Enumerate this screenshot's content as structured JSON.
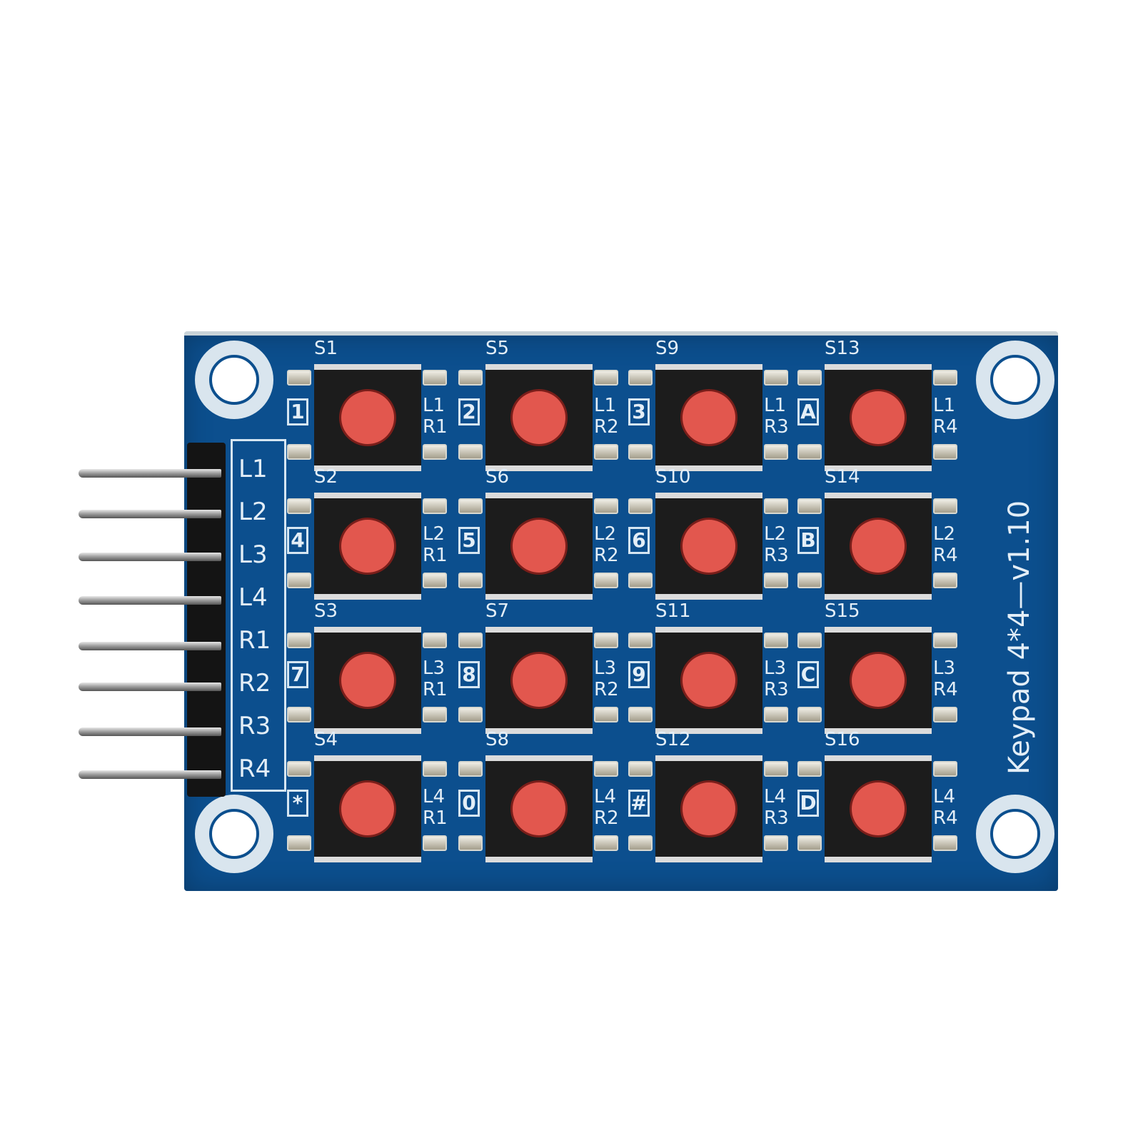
{
  "product": {
    "name": "Keypad 4*4-v1.10",
    "board_label": "Keypad 4*4—v1.10",
    "colors": {
      "pcb": "#0c4f8e",
      "silkscreen": "#e3eef7",
      "button_cap": "#e2574e",
      "switch_body": "#1c1c1c",
      "background": "#ffffff"
    }
  },
  "header_pins": [
    "L1",
    "L2",
    "L3",
    "L4",
    "R1",
    "R2",
    "R3",
    "R4"
  ],
  "switches": [
    {
      "ref": "S1",
      "key": "1",
      "line": "L1",
      "row": "R1"
    },
    {
      "ref": "S5",
      "key": "2",
      "line": "L1",
      "row": "R2"
    },
    {
      "ref": "S9",
      "key": "3",
      "line": "L1",
      "row": "R3"
    },
    {
      "ref": "S13",
      "key": "A",
      "line": "L1",
      "row": "R4"
    },
    {
      "ref": "S2",
      "key": "4",
      "line": "L2",
      "row": "R1"
    },
    {
      "ref": "S6",
      "key": "5",
      "line": "L2",
      "row": "R2"
    },
    {
      "ref": "S10",
      "key": "6",
      "line": "L2",
      "row": "R3"
    },
    {
      "ref": "S14",
      "key": "B",
      "line": "L2",
      "row": "R4"
    },
    {
      "ref": "S3",
      "key": "7",
      "line": "L3",
      "row": "R1"
    },
    {
      "ref": "S7",
      "key": "8",
      "line": "L3",
      "row": "R2"
    },
    {
      "ref": "S11",
      "key": "9",
      "line": "L3",
      "row": "R3"
    },
    {
      "ref": "S15",
      "key": "C",
      "line": "L3",
      "row": "R4"
    },
    {
      "ref": "S4",
      "key": "*",
      "line": "L4",
      "row": "R1"
    },
    {
      "ref": "S8",
      "key": "0",
      "line": "L4",
      "row": "R2"
    },
    {
      "ref": "S12",
      "key": "#",
      "line": "L4",
      "row": "R3"
    },
    {
      "ref": "S16",
      "key": "D",
      "line": "L4",
      "row": "R4"
    }
  ]
}
